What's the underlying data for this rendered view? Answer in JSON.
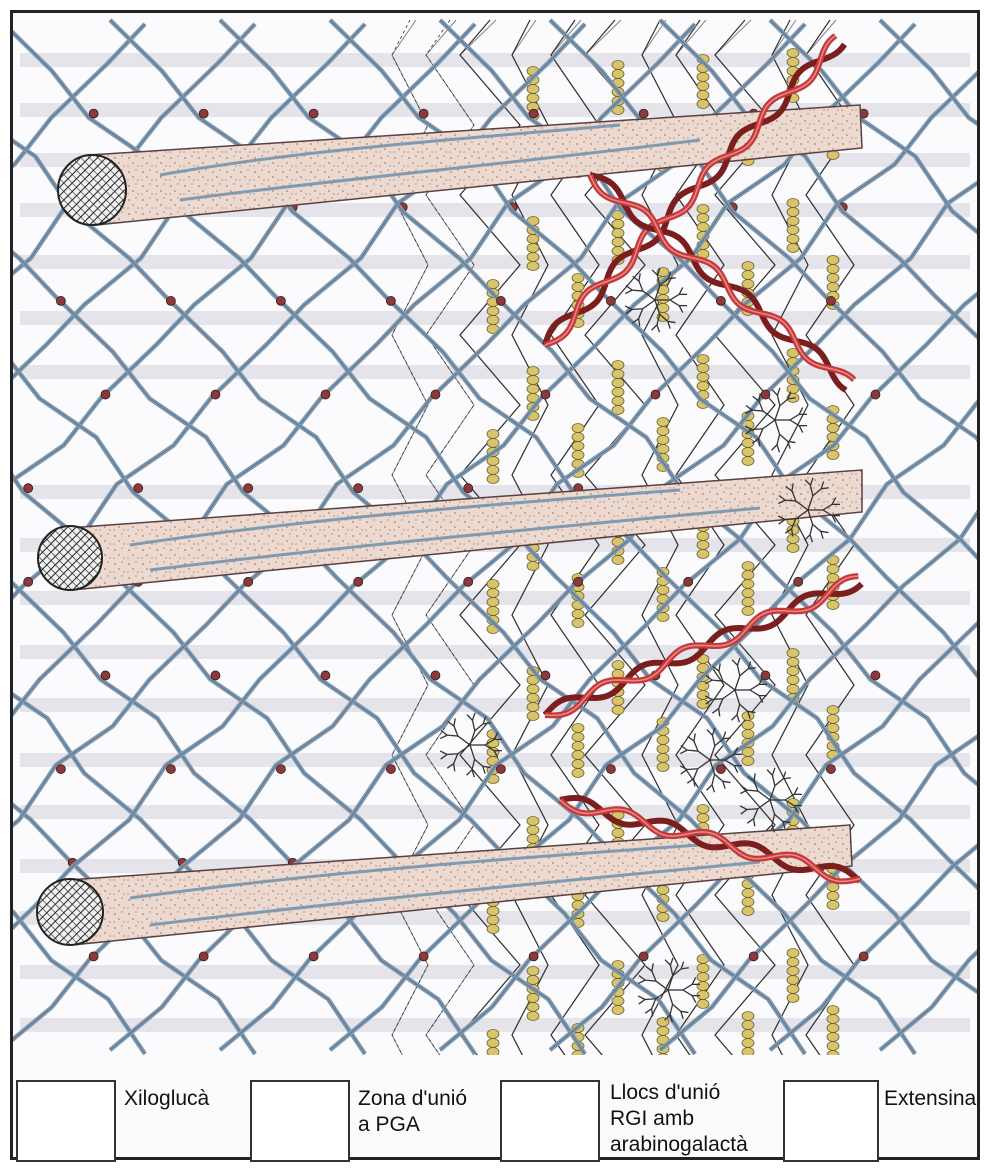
{
  "legend": [
    {
      "key": "xiloglucan",
      "label": "Xiloglucà",
      "icon": "xyloglucan-crosslink-icon"
    },
    {
      "key": "pga",
      "label": "Zona d'unió\n a PGA",
      "icon": "pga-junction-zone-icon"
    },
    {
      "key": "rgi",
      "label": "Llocs d'unió\nRGI amb\narabinogalactà",
      "icon": "rgi-arabinogalactan-icon"
    },
    {
      "key": "extensin",
      "label": "Extensina",
      "icon": "extensin-helix-icon"
    }
  ],
  "colors": {
    "microfibril_fill": "#ecd9cf",
    "microfibril_speckle": "#b07a70",
    "xyloglucan": "#7f9ab3",
    "xyloglucan_node": "#8a3a3a",
    "pga_strand": "#333333",
    "pga_junction": "#d8c46a",
    "extensin": "#c43a3a",
    "rgi_branch": "#333333"
  }
}
